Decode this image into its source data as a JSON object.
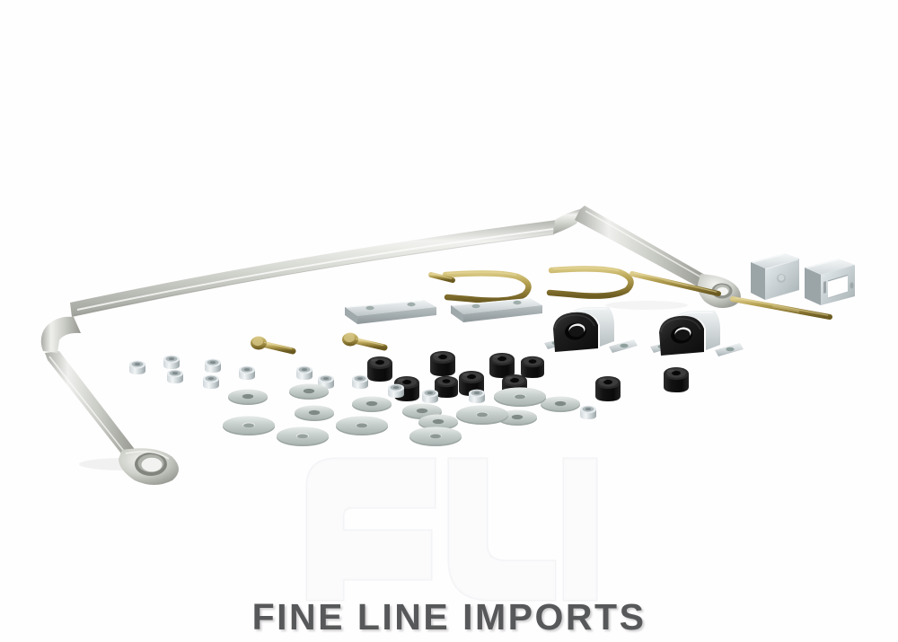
{
  "photo": {
    "subject": "Automotive sway bar (anti-roll bar) kit laid out on white background",
    "background_color": "#ffffff"
  },
  "watermark": {
    "brand_text": "FINE LINE IMPORTS",
    "monogram": "FLI",
    "text_color": "#57585a",
    "monogram_color": "#f6f7f8"
  },
  "palette": {
    "bar_silver_light": "#e9eae6",
    "bar_silver_mid": "#c9cbc5",
    "bar_silver_dark": "#a7a9a3",
    "zinc_light": "#e3e7e8",
    "zinc_mid": "#b9c1c3",
    "zinc_dark": "#8e979a",
    "gold_zinc_light": "#c9b86a",
    "gold_zinc_mid": "#a8943f",
    "gold_zinc_dark": "#7d6c27",
    "bushing_black": "#171717",
    "bushing_black_hi": "#3a3a3a"
  },
  "parts": [
    {
      "id": "sway-bar",
      "name": "Sway bar / anti-roll bar",
      "qty": 1,
      "finish": "silver powder coat"
    },
    {
      "id": "u-bolt",
      "name": "U-bolt",
      "qty": 2,
      "finish": "gold zinc"
    },
    {
      "id": "threaded-rod",
      "name": "Threaded rod / link stud",
      "qty": 3,
      "finish": "gold zinc"
    },
    {
      "id": "hex-bolt",
      "name": "Hex head bolt",
      "qty": 2,
      "finish": "gold zinc"
    },
    {
      "id": "flat-bar-plate",
      "name": "Flat bar backing plate",
      "qty": 2,
      "finish": "zinc plated"
    },
    {
      "id": "square-bracket",
      "name": "Square saddle bracket",
      "qty": 2,
      "finish": "zinc plated"
    },
    {
      "id": "d-bushing-mount",
      "name": "D-bushing with mounting strap",
      "qty": 2,
      "finish": "black polyurethane / zinc strap"
    },
    {
      "id": "link-bushing",
      "name": "Sway bar link bushing",
      "qty": 10,
      "finish": "black rubber"
    },
    {
      "id": "large-washer",
      "name": "Large flat washer",
      "qty": 10,
      "finish": "zinc plated"
    },
    {
      "id": "small-washer",
      "name": "Small flat washer",
      "qty": 4,
      "finish": "zinc plated"
    },
    {
      "id": "nyloc-nut",
      "name": "Nyloc nut",
      "qty": 14,
      "finish": "zinc plated"
    }
  ]
}
